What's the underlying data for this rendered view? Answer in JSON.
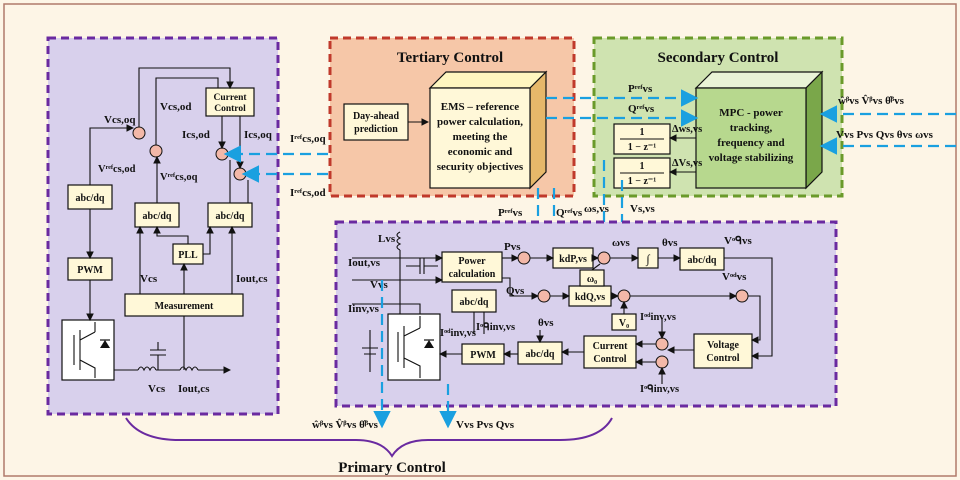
{
  "titles": {
    "tertiary": "Tertiary Control",
    "secondary": "Secondary Control",
    "primary": "Primary Control"
  },
  "blocks": {
    "day_ahead_1": "Day-ahead",
    "day_ahead_2": "prediction",
    "ems_1": "EMS – reference",
    "ems_2": "power calculation,",
    "ems_3": "meeting the",
    "ems_4": "economic and",
    "ems_5": "security objectives",
    "mpc_1": "MPC - power",
    "mpc_2": "tracking,",
    "mpc_3": "frequency and",
    "mpc_4": "voltage stabilizing",
    "current_control_1": "Current",
    "current_control_2": "Control",
    "abcdq": "abc/dq",
    "pll": "PLL",
    "pwm": "PWM",
    "measurement": "Measurement",
    "power_calc_1": "Power",
    "power_calc_2": "calculation",
    "voltage_control_1": "Voltage",
    "voltage_control_2": "Control",
    "integrator": "∫",
    "omega0": "ω₀",
    "v0": "V₀",
    "kdp": "kdP,vs",
    "kdq": "kdQ,vs",
    "tf_num": "1",
    "tf_den": "1 − z⁻¹"
  },
  "signals": {
    "vcs_oq": "Vcs,oq",
    "vcs_od": "Vcs,od",
    "vref_od": "Vʳᵉᶠcs,od",
    "vref_oq": "Vʳᵉᶠcs,oq",
    "ics_od": "Ics,od",
    "ics_oq": "Ics,oq",
    "iref_oq": "Iʳᵉᶠcs,oq",
    "iref_od": "Iʳᵉᶠcs,od",
    "vcs": "Vcs",
    "iout_cs": "Iout,cs",
    "vcs_bottom": "Vcs",
    "iout_cs_bottom": "Iout,cs",
    "pref": "Pʳᵉᶠvs",
    "qref": "Qʳᵉᶠvs",
    "dw": "Δws,vs",
    "dv": "ΔVs,vs",
    "est_in": "ŵᵝvs V̂ᵝvs θ̂ᵝvs",
    "meas_in": "Vvs Pvs  Qvs  θvs  ωvs",
    "pref_down": "Pʳᵉᶠvs",
    "qref_down": "Qʳᵉᶠvs",
    "ws_vs": "ωs,vs",
    "vs_vs": "Vs,vs",
    "l_vs": "Lvs",
    "iout_vs": "Iout,vs",
    "v_vs": "Vvs",
    "iinv_vs": "Iinv,vs",
    "p_vs": "Pvs",
    "q_vs": "Qvs",
    "omega_vs": "ωvs",
    "theta_vs": "θvs",
    "theta_vs2": "θvs",
    "vvs_oq": "Vᵒᑫvs",
    "vvs_od": "Vᵒᵈvs",
    "iinv_od": "Iᵒᵈinv,vs",
    "iinv_oq": "Iᵒᑫinv,vs",
    "iinv_od2": "Iᵒᵈinv,vs",
    "iinv_oq2": "Iᵒᑫinv,vs",
    "bottom_est": "ŵᵝvs V̂ᵝvs θ̂ᵝvs",
    "bottom_meas": "Vvs Pvs Qvs"
  },
  "colors": {
    "background": "#fdf5e6",
    "left_panel": "#d8d0ec",
    "tertiary_panel": "#f6c7a8",
    "secondary_panel": "#cfe3b0",
    "block_fill": "#fff8d8",
    "dashed_signal": "#1aa0e0",
    "panel_border_purple": "#6a2aa0",
    "panel_border_red": "#c0392b",
    "panel_border_green": "#6a9a2a"
  }
}
